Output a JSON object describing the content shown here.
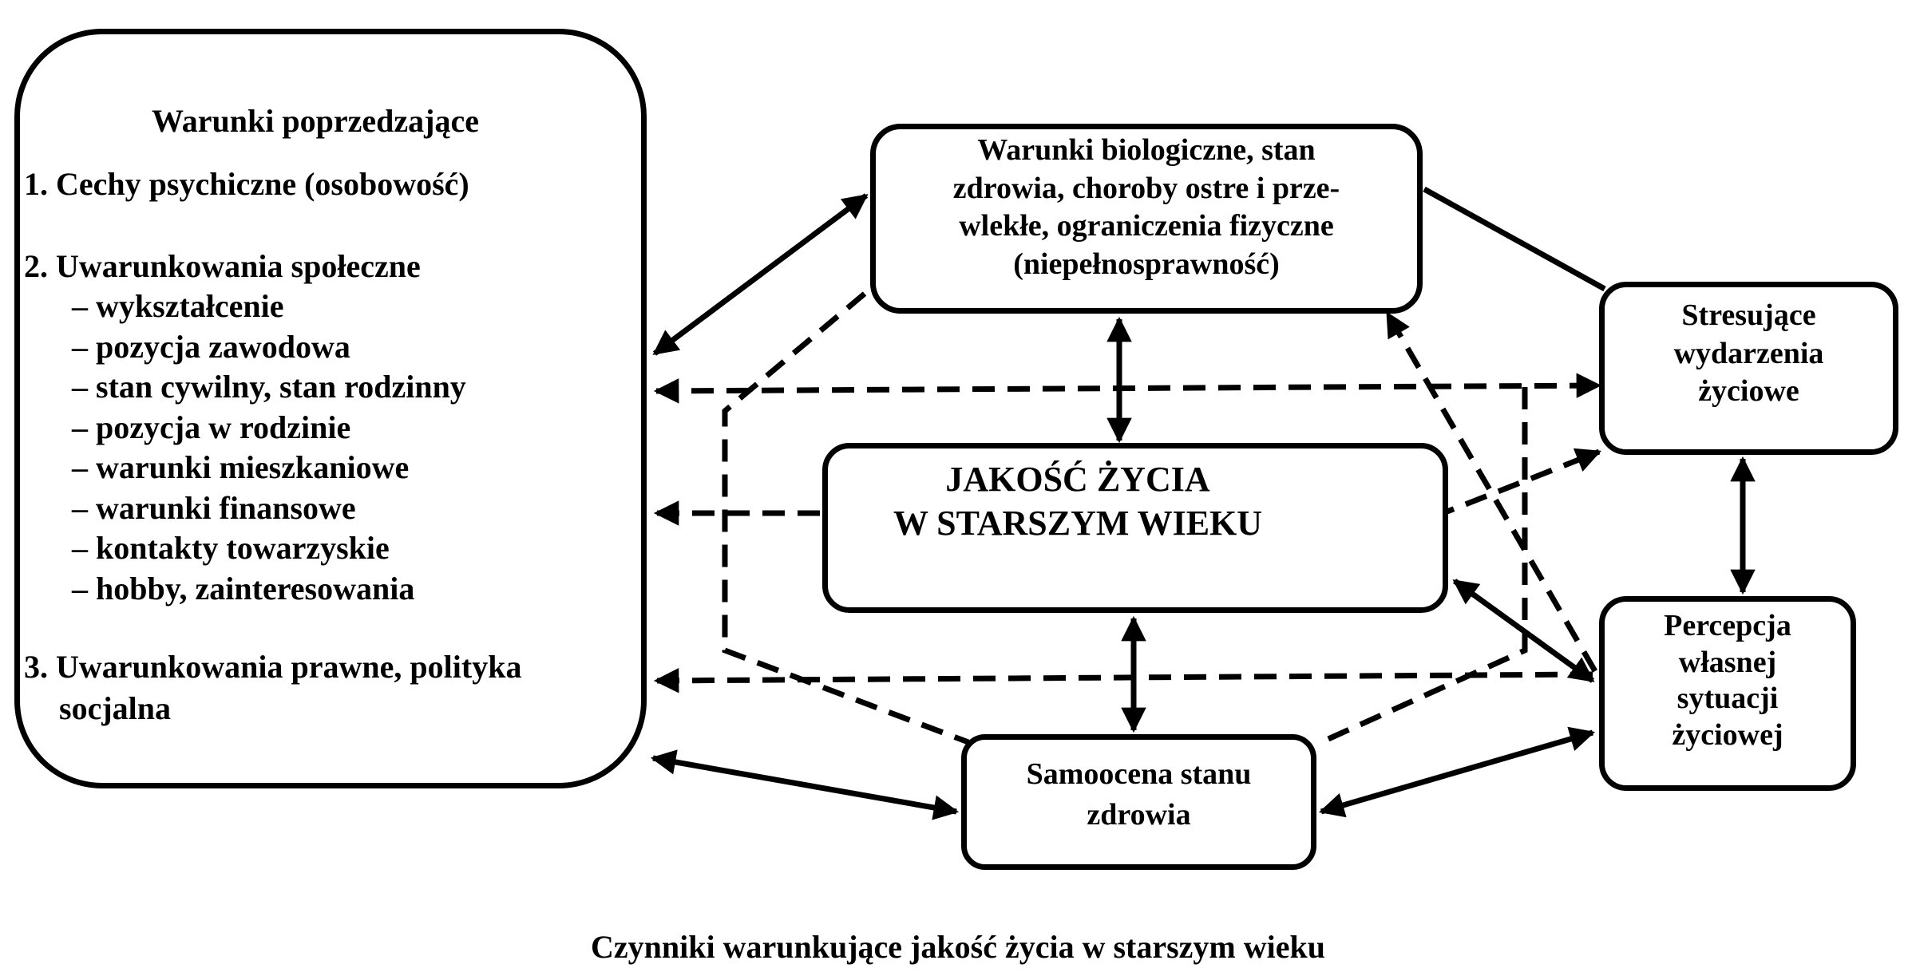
{
  "left_box": {
    "heading": "Warunki poprzedzające",
    "item1": "1. Cechy psychiczne (osobowość)",
    "item2": "2. Uwarunkowania społeczne",
    "sub_items": [
      "– wykształcenie",
      "– pozycja zawodowa",
      "– stan cywilny, stan rodzinny",
      "– pozycja w rodzinie",
      "– warunki mieszkaniowe",
      "– warunki finansowe",
      "– kontakty towarzyskie",
      "– hobby, zainteresowania"
    ],
    "item3_line1": "3. Uwarunkowania prawne, polityka",
    "item3_line2": "socjalna"
  },
  "bio_box": {
    "lines": [
      "Warunki biologiczne, stan",
      "zdrowia, choroby ostre i prze-",
      "wlekłe, ograniczenia fizyczne",
      "(niepełnosprawność)"
    ]
  },
  "center_box": {
    "line1": "JAKOŚĆ ŻYCIA",
    "line2": "W STARSZYM WIEKU"
  },
  "stress_box": {
    "lines": [
      "Stresujące",
      "wydarzenia",
      "życiowe"
    ]
  },
  "perception_box": {
    "lines": [
      "Percepcja",
      "własnej",
      "sytuacji",
      "życiowej"
    ]
  },
  "selfeval_box": {
    "lines": [
      "Samoocena stanu",
      "zdrowia"
    ]
  },
  "caption": "Czynniki warunkujące jakość życia w starszym wieku"
}
